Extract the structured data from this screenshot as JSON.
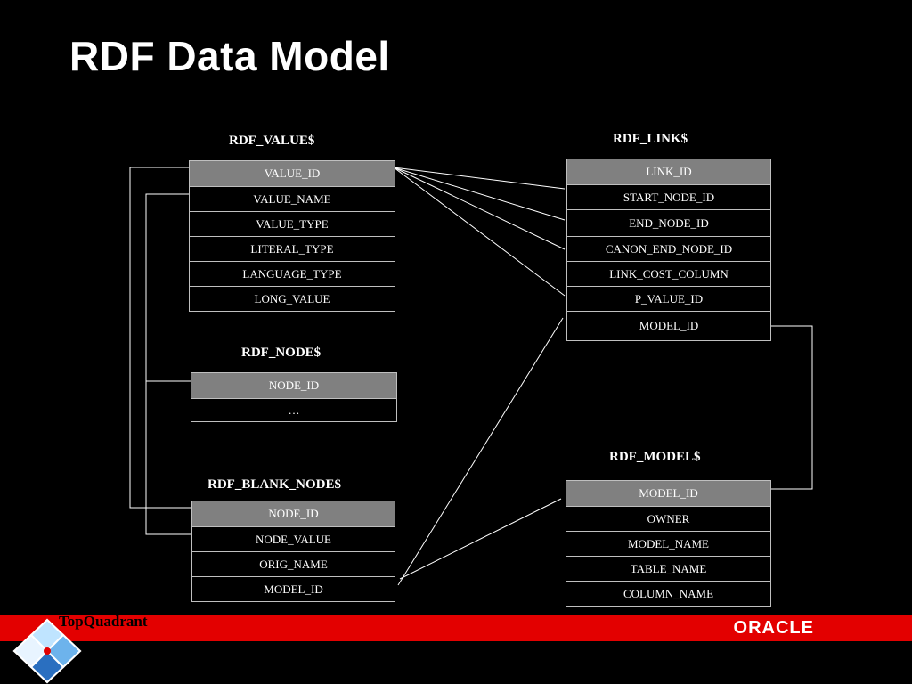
{
  "title": "RDF Data Model",
  "tables": {
    "value": {
      "name": "RDF_VALUE$",
      "columns": [
        "VALUE_ID",
        "VALUE_NAME",
        "VALUE_TYPE",
        "LITERAL_TYPE",
        "LANGUAGE_TYPE",
        "LONG_VALUE"
      ]
    },
    "node": {
      "name": "RDF_NODE$",
      "columns": [
        "NODE_ID",
        "…"
      ]
    },
    "blank": {
      "name": "RDF_BLANK_NODE$",
      "columns": [
        "NODE_ID",
        "NODE_VALUE",
        "ORIG_NAME",
        "MODEL_ID"
      ]
    },
    "link": {
      "name": "RDF_LINK$",
      "columns": [
        "LINK_ID",
        "START_NODE_ID",
        "END_NODE_ID",
        "CANON_END_NODE_ID",
        "LINK_COST_COLUMN",
        "P_VALUE_ID",
        "MODEL_ID"
      ]
    },
    "model": {
      "name": "RDF_MODEL$",
      "columns": [
        "MODEL_ID",
        "OWNER",
        "MODEL_NAME",
        "TABLE_NAME",
        "COLUMN_NAME"
      ]
    }
  },
  "footer": {
    "left_logo": "TopQuadrant",
    "right_logo": "ORACLE",
    "bar_color": "#e30000"
  }
}
